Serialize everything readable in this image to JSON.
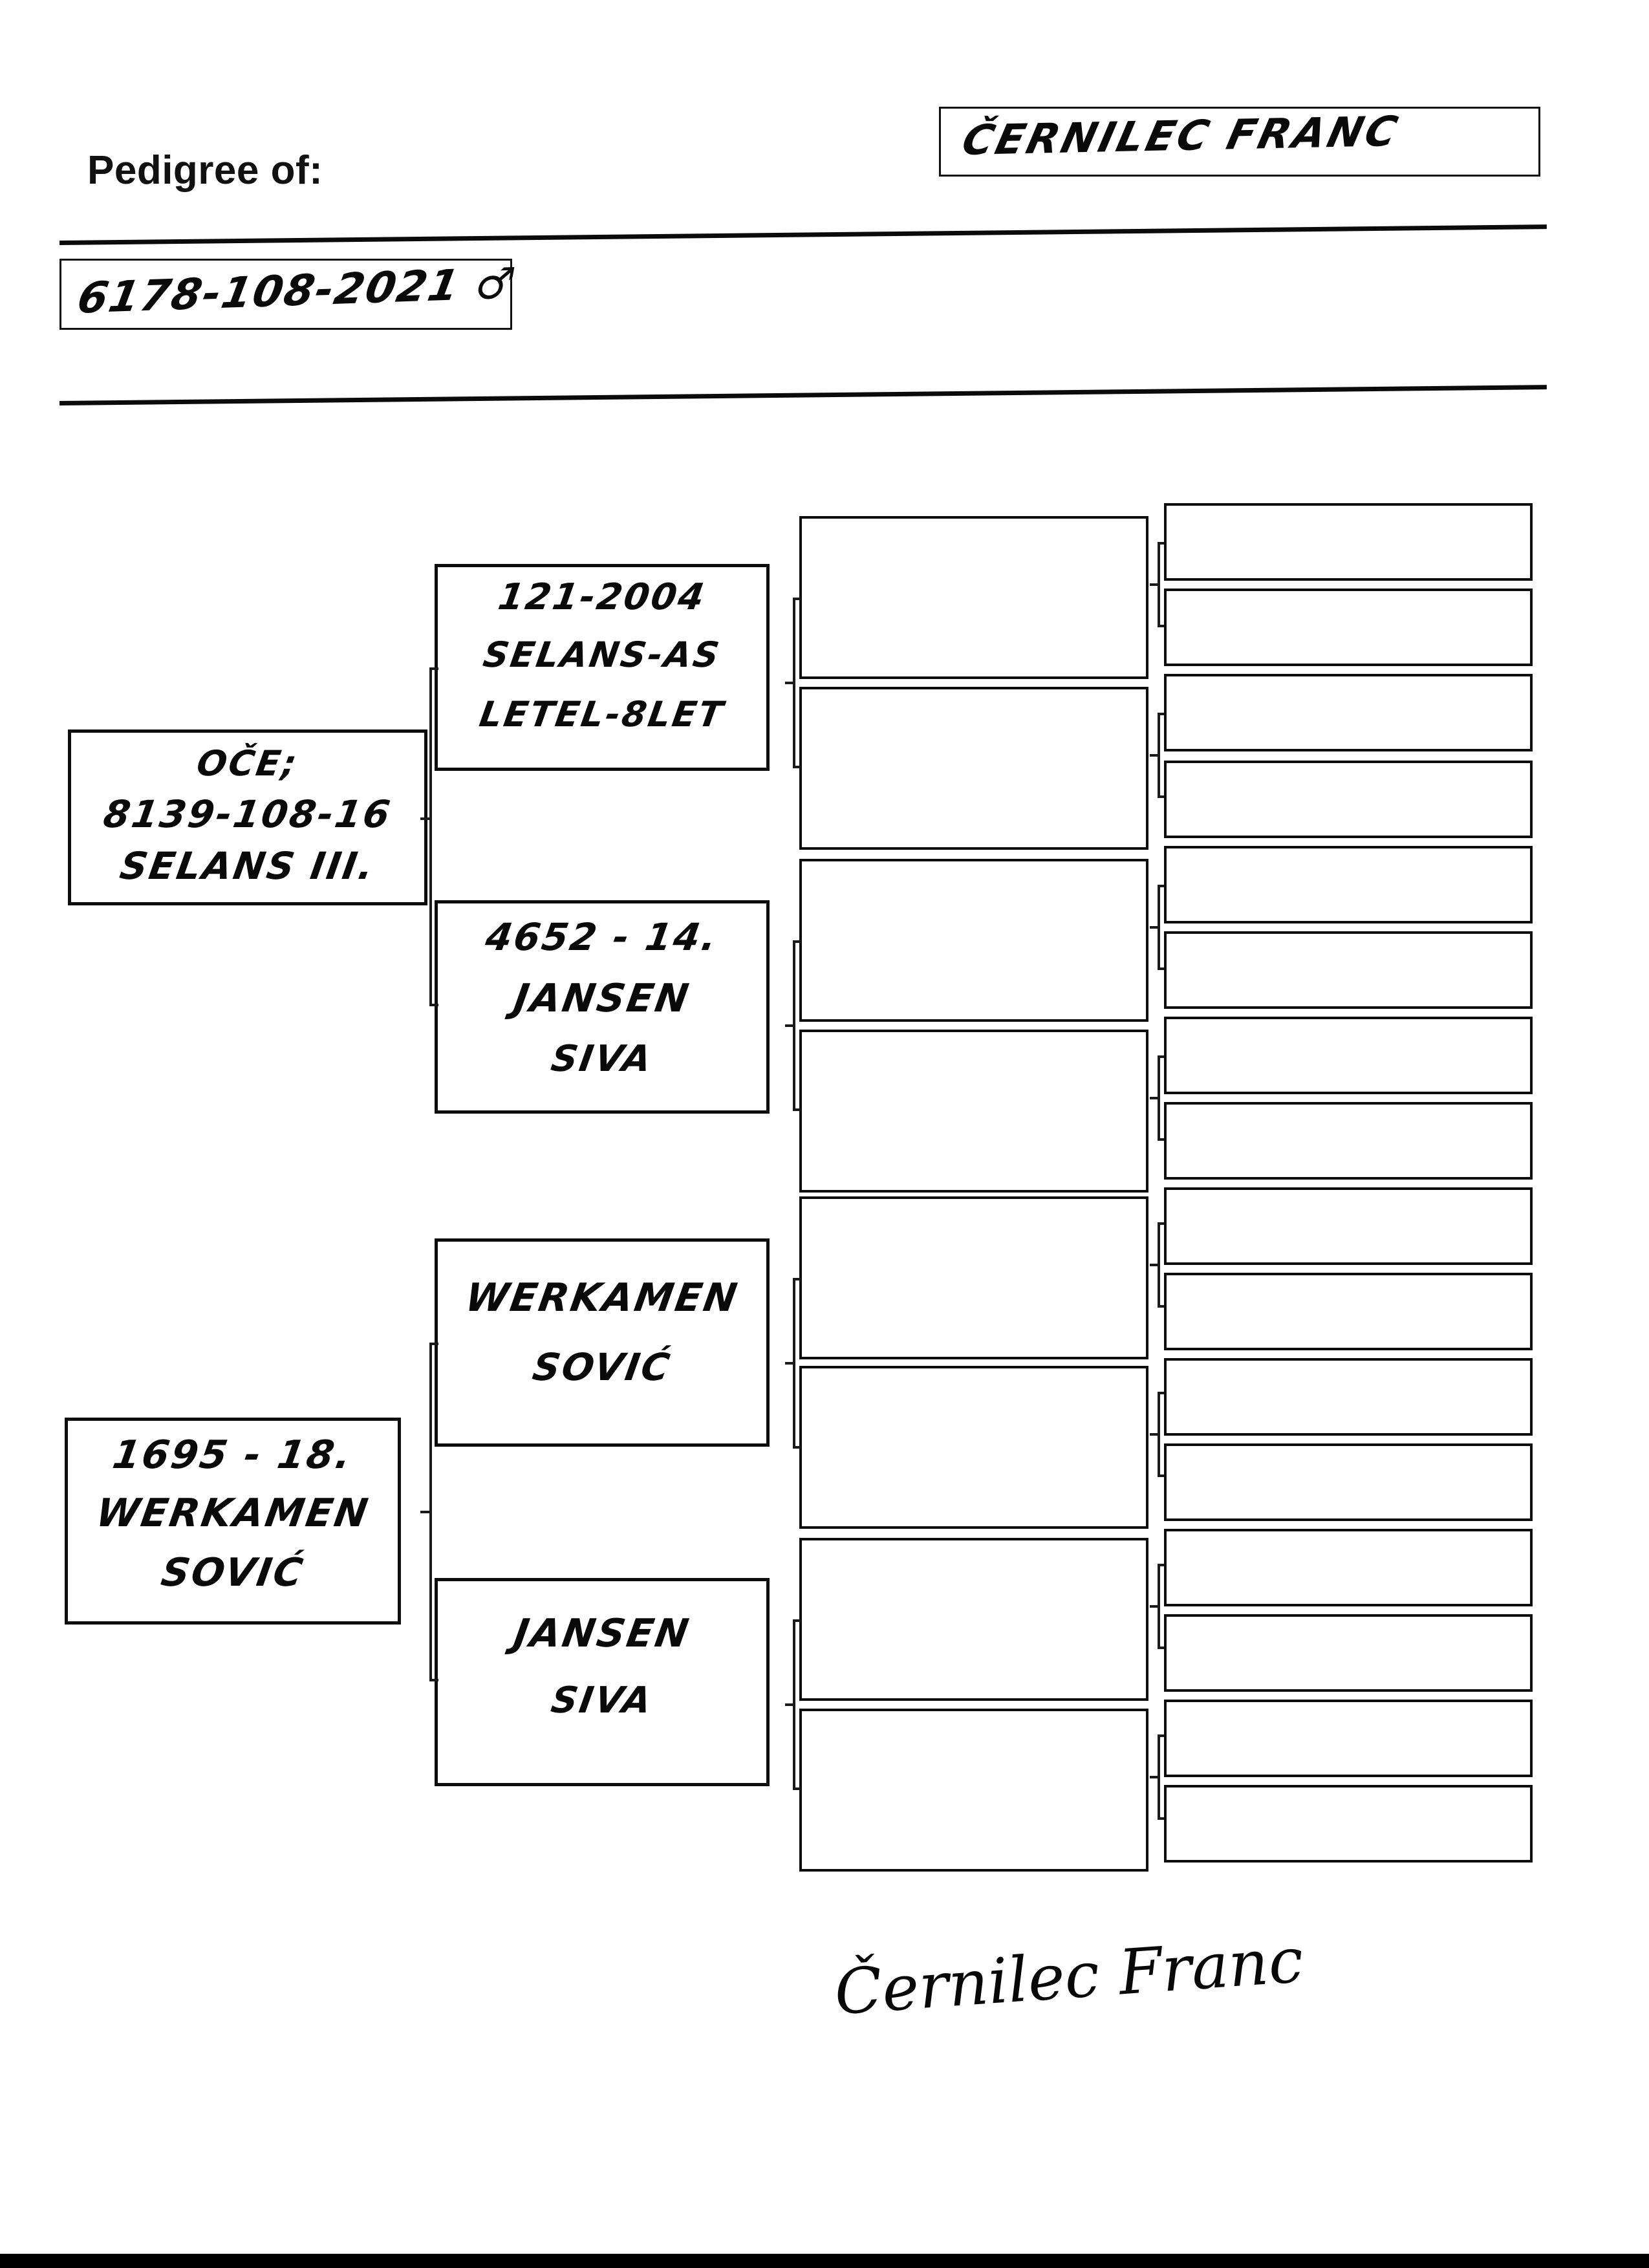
{
  "header": {
    "pedigree_label": "Pedigree of:",
    "ring_number": "6178-108-2021 ♂",
    "owner_name": "ČERNILEC FRANC"
  },
  "pedigree": {
    "generation1": [
      {
        "position": "sire",
        "lines": [
          "OČE;",
          "8139-108-16",
          "SELANS III."
        ]
      },
      {
        "position": "dam",
        "lines": [
          "1695 - 18.",
          "WERKAMEN",
          "SOVIĆ"
        ]
      }
    ],
    "generation2": [
      {
        "position": "sire-sire",
        "lines": [
          "121-2004",
          "SELANS-AS",
          "LETEL-8LET"
        ]
      },
      {
        "position": "sire-dam",
        "lines": [
          "4652 - 14.",
          "JANSEN",
          "SIVA"
        ]
      },
      {
        "position": "dam-sire",
        "lines": [
          "WERKAMEN",
          "SOVIĆ"
        ]
      },
      {
        "position": "dam-dam",
        "lines": [
          "JANSEN",
          "SIVA"
        ]
      }
    ],
    "generation3": [
      {
        "position": "g3-1",
        "lines": []
      },
      {
        "position": "g3-2",
        "lines": []
      },
      {
        "position": "g3-3",
        "lines": []
      },
      {
        "position": "g3-4",
        "lines": []
      },
      {
        "position": "g3-5",
        "lines": []
      },
      {
        "position": "g3-6",
        "lines": []
      },
      {
        "position": "g3-7",
        "lines": []
      },
      {
        "position": "g3-8",
        "lines": []
      }
    ],
    "generation4": [
      {
        "position": "g4-1",
        "lines": []
      },
      {
        "position": "g4-2",
        "lines": []
      },
      {
        "position": "g4-3",
        "lines": []
      },
      {
        "position": "g4-4",
        "lines": []
      },
      {
        "position": "g4-5",
        "lines": []
      },
      {
        "position": "g4-6",
        "lines": []
      },
      {
        "position": "g4-7",
        "lines": []
      },
      {
        "position": "g4-8",
        "lines": []
      },
      {
        "position": "g4-9",
        "lines": []
      },
      {
        "position": "g4-10",
        "lines": []
      },
      {
        "position": "g4-11",
        "lines": []
      },
      {
        "position": "g4-12",
        "lines": []
      },
      {
        "position": "g4-13",
        "lines": []
      },
      {
        "position": "g4-14",
        "lines": []
      },
      {
        "position": "g4-15",
        "lines": []
      },
      {
        "position": "g4-16",
        "lines": []
      }
    ]
  },
  "footer": {
    "signature": "Černilec Franc"
  },
  "colors": {
    "ink": "#0a0a0a",
    "rule": "#0b0b0b",
    "paper": "#ffffff"
  }
}
